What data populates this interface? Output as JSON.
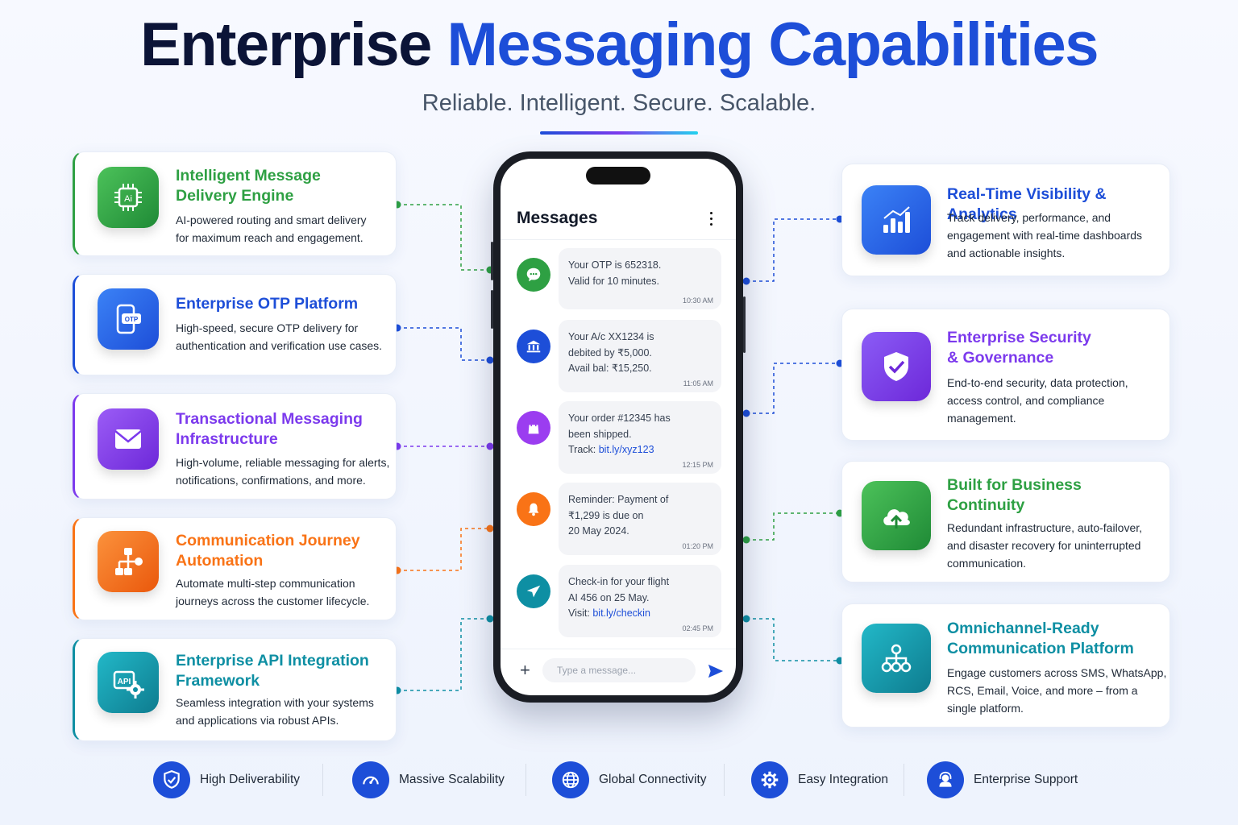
{
  "header": {
    "title_part1": "Enterprise",
    "title_part2": "Messaging Capabilities",
    "subtitle": "Reliable. Intelligent. Secure. Scalable."
  },
  "colors": {
    "green": "#2ea043",
    "blue": "#1d4ed8",
    "purple": "#7c3aed",
    "orange": "#f97316",
    "teal": "#0e8fa3",
    "navy": "#0b1437"
  },
  "left_cards": [
    {
      "icon": "ai-chip-icon",
      "title_line1": "Intelligent Message",
      "title_line2": "Delivery Engine",
      "desc_line1": "AI-powered routing and smart delivery",
      "desc_line2": "for maximum reach and engagement."
    },
    {
      "icon": "otp-phone-icon",
      "title_line1": "Enterprise OTP Platform",
      "title_line2": "",
      "desc_line1": "High-speed, secure OTP delivery for",
      "desc_line2": "authentication and verification use cases."
    },
    {
      "icon": "envelope-icon",
      "title_line1": "Transactional Messaging",
      "title_line2": "Infrastructure",
      "desc_line1": "High-volume, reliable messaging for alerts,",
      "desc_line2": "notifications, confirmations, and more."
    },
    {
      "icon": "workflow-icon",
      "title_line1": "Communication Journey",
      "title_line2": "Automation",
      "desc_line1": "Automate multi-step communication",
      "desc_line2": "journeys across the customer lifecycle."
    },
    {
      "icon": "api-gear-icon",
      "title_line1": "Enterprise API Integration",
      "title_line2": "Framework",
      "desc_line1": "Seamless integration with your systems",
      "desc_line2": "and applications via robust APIs."
    }
  ],
  "right_cards": [
    {
      "icon": "bar-chart-icon",
      "title_line1": "Real-Time Visibility & Analytics",
      "title_line2": "",
      "desc_line1": "Track delivery, performance, and",
      "desc_line2": "engagement with real-time dashboards",
      "desc_line3": "and actionable insights."
    },
    {
      "icon": "shield-check-icon",
      "title_line1": "Enterprise Security",
      "title_line2": "& Governance",
      "desc_line1": "End-to-end security, data protection,",
      "desc_line2": "access control, and compliance",
      "desc_line3": "management."
    },
    {
      "icon": "cloud-upload-icon",
      "title_line1": "Built for Business",
      "title_line2": "Continuity",
      "desc_line1": "Redundant infrastructure, auto-failover,",
      "desc_line2": "and disaster recovery for uninterrupted",
      "desc_line3": "communication."
    },
    {
      "icon": "network-icon",
      "title_line1": "Omnichannel-Ready",
      "title_line2": "Communication Platform",
      "desc_line1": "Engage customers across SMS, WhatsApp,",
      "desc_line2": "RCS, Email, Voice, and more – from a",
      "desc_line3": "single platform."
    }
  ],
  "phone": {
    "app_title": "Messages",
    "composer_placeholder": "Type a message...",
    "messages": [
      {
        "icon": "chat-bubble-icon",
        "line1": "Your OTP is 652318.",
        "line2": "Valid for 10 minutes.",
        "line3": "",
        "link": "",
        "time": "10:30 AM"
      },
      {
        "icon": "bank-icon",
        "line1": "Your A/c XX1234 is",
        "line2": "debited by ₹5,000.",
        "line3": "Avail bal: ₹15,250.",
        "link": "",
        "time": "11:05 AM"
      },
      {
        "icon": "shopping-bag-icon",
        "line1": "Your order #12345 has",
        "line2": "been shipped.",
        "line3": "Track: ",
        "link": "bit.ly/xyz123",
        "time": "12:15 PM"
      },
      {
        "icon": "bell-icon",
        "line1": "Reminder: Payment of",
        "line2": "₹1,299 is due on",
        "line3": "20 May 2024.",
        "link": "",
        "time": "01:20 PM"
      },
      {
        "icon": "airplane-icon",
        "line1": "Check-in for your flight",
        "line2": "AI 456 on 25 May.",
        "line3": "Visit: ",
        "link": "bit.ly/checkin",
        "time": "02:45 PM"
      }
    ]
  },
  "features": [
    {
      "icon": "shield-check-icon",
      "label": "High Deliverability"
    },
    {
      "icon": "speedometer-icon",
      "label": "Massive Scalability"
    },
    {
      "icon": "globe-icon",
      "label": "Global Connectivity"
    },
    {
      "icon": "gear-icon",
      "label": "Easy Integration"
    },
    {
      "icon": "headset-icon",
      "label": "Enterprise Support"
    }
  ]
}
